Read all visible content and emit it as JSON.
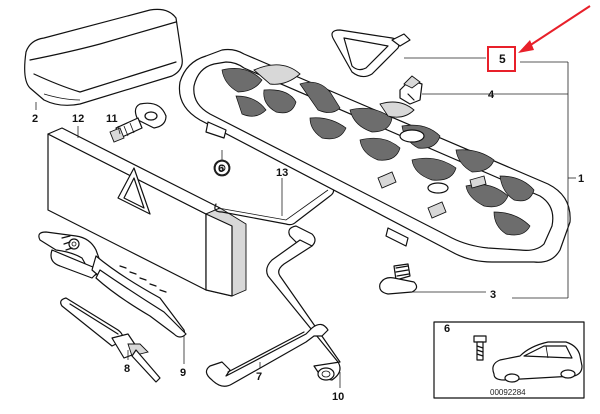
{
  "diagram": {
    "callouts": {
      "c1": "1",
      "c2": "2",
      "c3": "3",
      "c4": "4",
      "c5": "5",
      "c6_main": "6",
      "c6_inset": "6",
      "c7": "7",
      "c8": "8",
      "c9": "9",
      "c10": "10",
      "c11": "11",
      "c12": "12",
      "c13": "13"
    },
    "image_code": "00092284",
    "highlight_color": "#e8202a"
  }
}
